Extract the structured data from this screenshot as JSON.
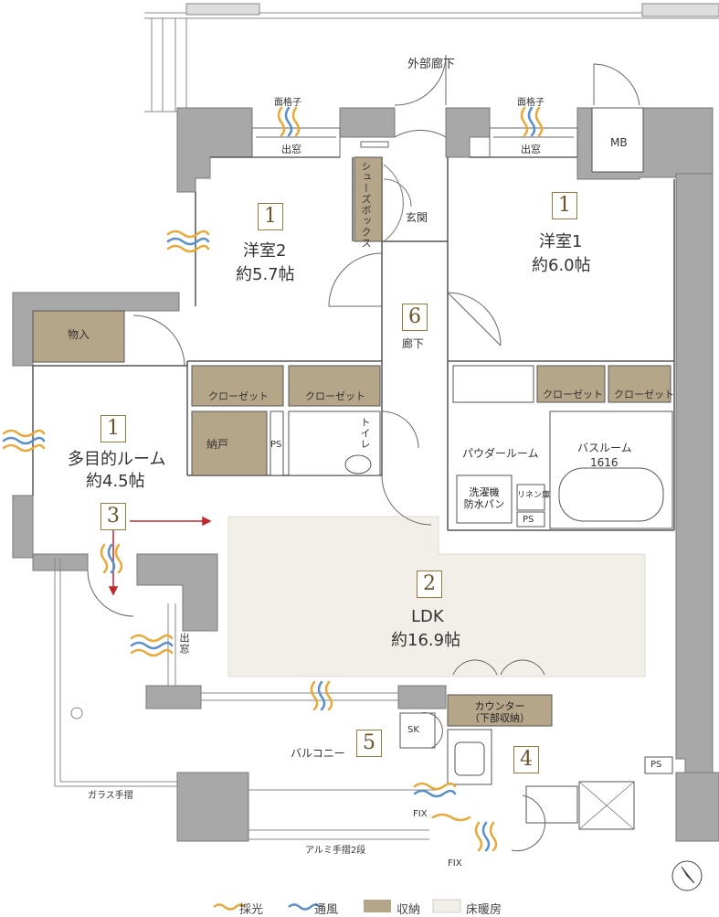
{
  "rooms": {
    "bedroom2": {
      "num": "1",
      "name": "洋室2",
      "size": "約5.7帖"
    },
    "bedroom1": {
      "num": "1",
      "name": "洋室1",
      "size": "約6.0帖"
    },
    "multi": {
      "num": "1",
      "name": "多目的ルーム",
      "size": "約4.5帖"
    },
    "ldk": {
      "num": "2",
      "name": "LDK",
      "size": "約16.9帖"
    },
    "arrow_marker": "3",
    "kitchen_marker": "4",
    "balcony": {
      "num": "5",
      "name": "バルコニー"
    },
    "hallway": {
      "num": "6",
      "name": "廊下"
    }
  },
  "labels": {
    "outer_corridor": "外部廊下",
    "grille": "面格子",
    "bay_window": "出窓",
    "mb": "MB",
    "shoe_box": "シューズボックス",
    "entrance": "玄関",
    "storage": "物入",
    "closet": "クローゼット",
    "nando": "納戸",
    "ps": "PS",
    "toilet": "トイレ",
    "powder_room": "パウダールーム",
    "bathroom": "バスルーム",
    "bath_size": "1616",
    "washer_pan_1": "洗濯機",
    "washer_pan_2": "防水パン",
    "linen": "リネン庫",
    "counter_1": "カウンター",
    "counter_2": "（下部収納）",
    "sk": "SK",
    "glass_rail": "ガラス手摺",
    "alumi_rail": "アルミ手摺2段",
    "fix": "FIX"
  },
  "legend": [
    {
      "name": "採光",
      "color": "#e8a83a"
    },
    {
      "name": "通風",
      "color": "#5b8fc9"
    },
    {
      "name": "収納",
      "color": "#b6a689"
    },
    {
      "name": "床暖房",
      "color": "#f2efe8"
    }
  ],
  "colors": {
    "wall": "#a8a8a8",
    "storage": "#b6a689",
    "floor_heating": "#f2efe8",
    "accent_border": "#9a7a3c",
    "arrow_red": "#c0282d"
  }
}
